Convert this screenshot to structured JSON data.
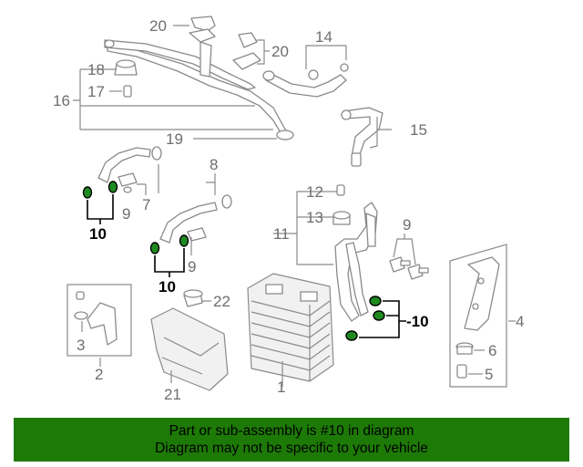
{
  "labels": {
    "p1": "1",
    "p2": "2",
    "p3": "3",
    "p4": "4",
    "p5": "5",
    "p6": "6",
    "p7": "7",
    "p8": "8",
    "p9a": "9",
    "p9b": "9",
    "p10a": "10",
    "p10b": "10",
    "p10c": "-10",
    "p11": "11",
    "p12": "12",
    "p13": "13",
    "p14": "14",
    "p15": "15",
    "p16": "16",
    "p17": "17",
    "p18": "18",
    "p19": "19",
    "p20a": "20",
    "p20b": "20",
    "p21": "21",
    "p22": "22"
  },
  "banner": {
    "line1": "Part or sub-assembly is #10 in diagram",
    "line2": "Diagram may not be specific to your vehicle"
  },
  "colors": {
    "highlight": "#1f8a1f",
    "banner_bg": "#1d7a06",
    "line": "#8a8a8a"
  }
}
